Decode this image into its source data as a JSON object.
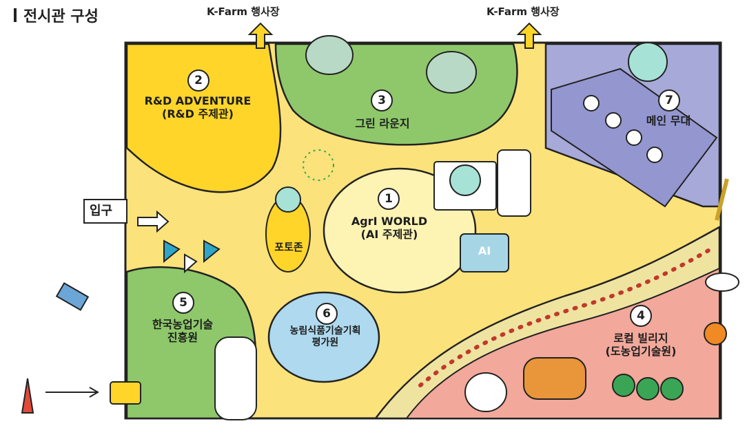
{
  "header": {
    "title": "전시관 구성"
  },
  "exits": [
    {
      "label": "K-Farm 행사장"
    },
    {
      "label": "K-Farm 행사장"
    }
  ],
  "entrance": {
    "label": "입구"
  },
  "zones": [
    {
      "number": "1",
      "line1": "AgrI WORLD",
      "line2": "(AI 주제관)"
    },
    {
      "number": "2",
      "line1": "R&D ADVENTURE",
      "line2": "(R&D 주제관)"
    },
    {
      "number": "3",
      "line1": "그린 라운지",
      "line2": ""
    },
    {
      "number": "4",
      "line1": "로컬 빌리지",
      "line2": "(도농업기술원)"
    },
    {
      "number": "5",
      "line1": "한국농업기술",
      "line2": "진흥원"
    },
    {
      "number": "6",
      "line1": "농림식품기술기획",
      "line2": "평가원"
    },
    {
      "number": "7",
      "line1": "메인 무대",
      "line2": ""
    }
  ],
  "photo_zone": {
    "label": "포토존"
  },
  "ai_chip": {
    "label": "AI"
  },
  "colors": {
    "floor": "#fbe27a",
    "rnd": "#ffd52a",
    "green_lounge": "#8ec86a",
    "stage": "#a7a9d9",
    "ai_world": "#fdf3b3",
    "kiapt": "#8ec86a",
    "ipet": "#aed9ee",
    "local_red": "#f2a89a"
  }
}
